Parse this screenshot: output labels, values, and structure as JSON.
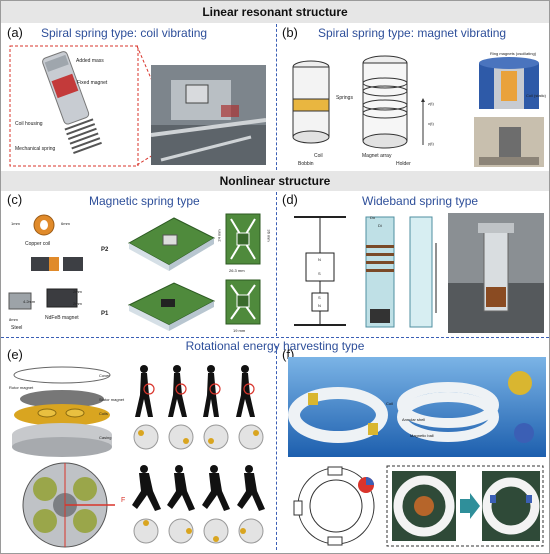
{
  "sections": {
    "linear": "Linear resonant structure",
    "nonlinear": "Nonlinear structure",
    "rotational": "Rotational energy harvesting type"
  },
  "panels": {
    "a": {
      "label": "(a)",
      "title": "Spiral spring type: coil vibrating",
      "parts": [
        "Added mass",
        "Fixed magnet",
        "Coil housing",
        "Mechanical spring"
      ]
    },
    "b": {
      "label": "(b)",
      "title": "Spiral spring type: magnet vibrating",
      "parts": [
        "Springs",
        "Coil",
        "Bobbin",
        "Magnet array",
        "Holder",
        "Ring magnets (oscillating)",
        "Coil (static)"
      ],
      "axes": [
        "z(t)",
        "x(t)",
        "y(t)"
      ]
    },
    "c": {
      "label": "(c)",
      "title": "Magnetic spring type",
      "parts": [
        "Copper coil",
        "Steel",
        "NdFeB magnet",
        "P2",
        "P1"
      ],
      "dims": [
        "1mm",
        "6mm",
        "2mm",
        "4.2mm",
        "2mm",
        "8mm",
        "26.3 mm",
        "19 mm",
        "36 mm",
        "24 mm"
      ]
    },
    "d": {
      "label": "(d)",
      "title": "Wideband spring type",
      "marks": [
        "N",
        "S",
        "S",
        "N",
        "Do",
        "Di"
      ]
    },
    "e": {
      "label": "(e)",
      "parts": [
        "Cover",
        "Rotor magnet",
        "Stator magnet",
        "Coils",
        "Casing"
      ],
      "force": "F"
    },
    "f": {
      "label": "(f)",
      "parts": [
        "Coil",
        "Annular shell",
        "Magnetic ball"
      ]
    }
  },
  "colors": {
    "title_blue": "#2e4f9a",
    "separator": "#3b5fb5",
    "band_gray": "#e6e6e6",
    "highlight_red": "#d9342b",
    "coil_orange": "#e08a2a",
    "pcb_green": "#4f8a3c",
    "water_blue": "#2a72c4"
  }
}
